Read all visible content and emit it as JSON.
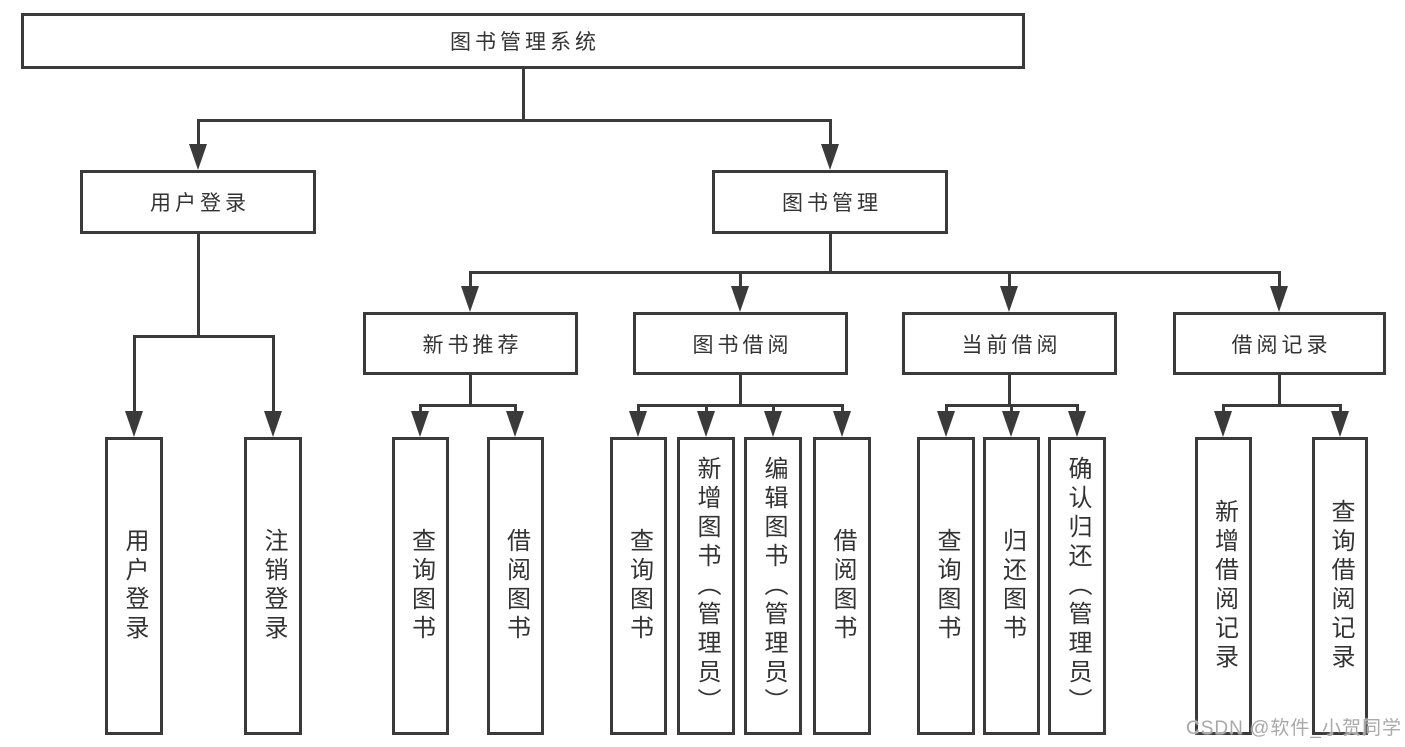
{
  "diagram": {
    "root": {
      "label": "图书管理系统"
    },
    "user_login": {
      "label": "用户登录",
      "children": [
        {
          "label": "用户登录"
        },
        {
          "label": "注销登录"
        }
      ]
    },
    "book_management": {
      "label": "图书管理",
      "sections": [
        {
          "label": "新书推荐",
          "children": [
            {
              "label": "查询图书"
            },
            {
              "label": "借阅图书"
            }
          ]
        },
        {
          "label": "图书借阅",
          "children": [
            {
              "label": "查询图书"
            },
            {
              "label": "新增图书（管理员）"
            },
            {
              "label": "编辑图书（管理员）"
            },
            {
              "label": "借阅图书"
            }
          ]
        },
        {
          "label": "当前借阅",
          "children": [
            {
              "label": "查询图书"
            },
            {
              "label": "归还图书"
            },
            {
              "label": "确认归还（管理员）"
            }
          ]
        },
        {
          "label": "借阅记录",
          "children": [
            {
              "label": "新增借阅记录"
            },
            {
              "label": "查询借阅记录"
            }
          ]
        }
      ]
    }
  },
  "watermark": {
    "text": "CSDN @软件_小贺同学"
  },
  "colors": {
    "line": "#3a3a3a",
    "text": "#333333",
    "background": "#ffffff",
    "watermark": "#a9a9a9"
  }
}
